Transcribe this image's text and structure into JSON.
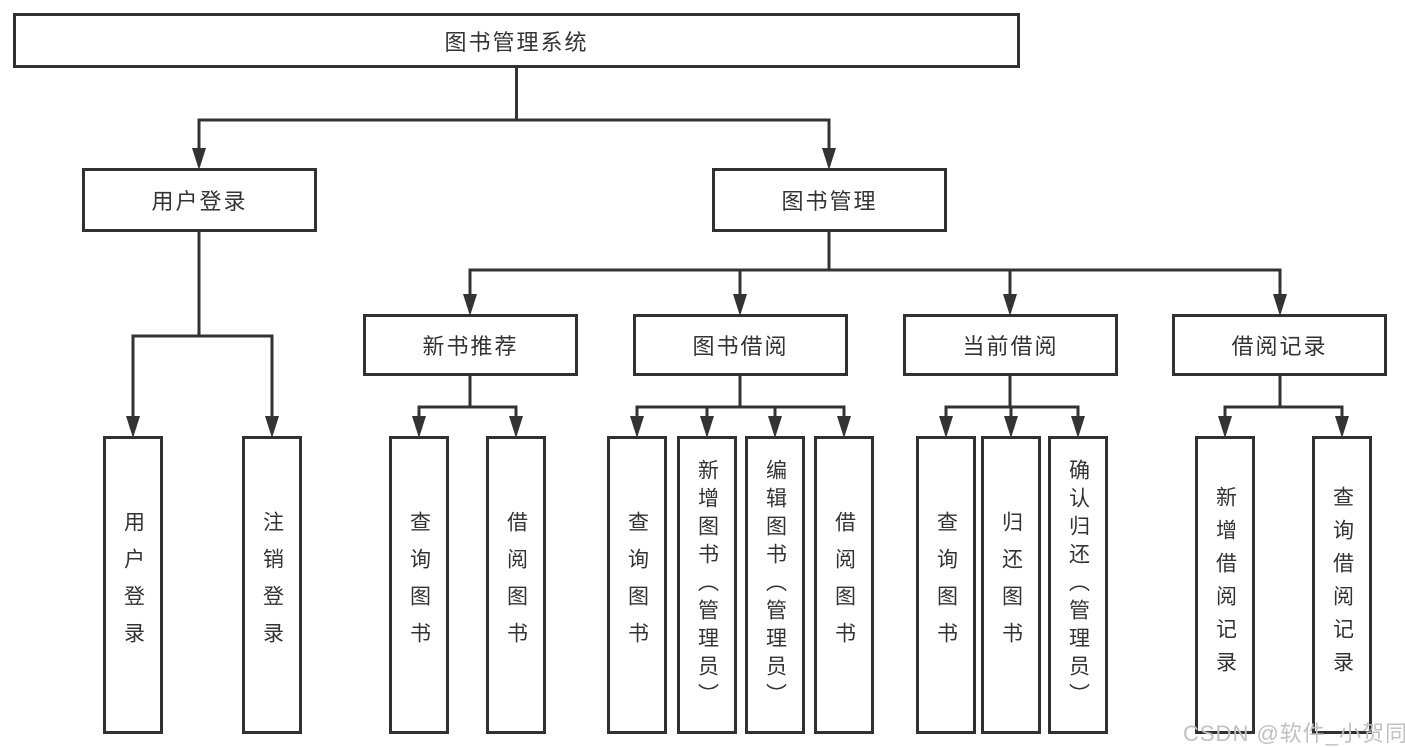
{
  "diagram": {
    "root": {
      "label": "图书管理系统"
    },
    "branches": [
      {
        "label": "用户登录",
        "children": [
          {
            "label": "用户登录"
          },
          {
            "label": "注销登录"
          }
        ]
      },
      {
        "label": "图书管理",
        "children": [
          {
            "label": "新书推荐",
            "children": [
              {
                "label": "查询图书"
              },
              {
                "label": "借阅图书"
              }
            ]
          },
          {
            "label": "图书借阅",
            "children": [
              {
                "label": "查询图书"
              },
              {
                "label": "新增图书（管理员）"
              },
              {
                "label": "编辑图书（管理员）"
              },
              {
                "label": "借阅图书"
              }
            ]
          },
          {
            "label": "当前借阅",
            "children": [
              {
                "label": "查询图书"
              },
              {
                "label": "归还图书"
              },
              {
                "label": "确认归还（管理员）"
              }
            ]
          },
          {
            "label": "借阅记录",
            "children": [
              {
                "label": "新增借阅记录"
              },
              {
                "label": "查询借阅记录"
              }
            ]
          }
        ]
      }
    ]
  },
  "watermark": {
    "text": "CSDN @软件_小贺同学"
  },
  "colors": {
    "line": "#333333",
    "box_border": "#313131",
    "text": "#333333",
    "background": "#ffffff",
    "watermark": "#c2c0c5"
  }
}
